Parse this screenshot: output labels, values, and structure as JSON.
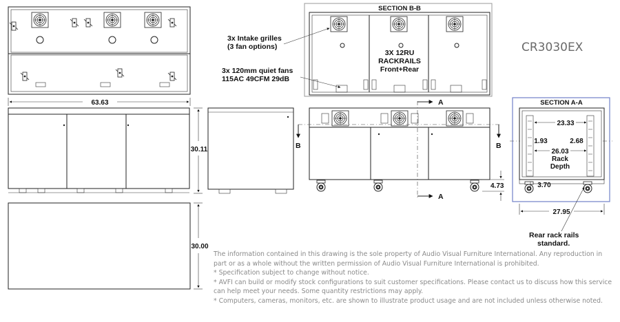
{
  "model_name": "CR3030EX",
  "section_bb_title": "SECTION B-B",
  "section_aa_title": "SECTION A-A",
  "callouts": {
    "intake_line1": "3x Intake grilles",
    "intake_line2": "(3 fan options)",
    "fans_line1": "3x 120mm quiet fans",
    "fans_line2": "115AC 49CFM 29dB",
    "rackrails_line1": "3X 12RU",
    "rackrails_line2": "RACKRAILS",
    "rackrails_line3": "Front+Rear",
    "rear_rails_line1": "Rear rack rails",
    "rear_rails_line2": "standard."
  },
  "dimensions": {
    "width": "63.63",
    "height": "30.11",
    "depth_top": "30.00",
    "caster_height": "4.73",
    "overall_depth": "27.95",
    "inner_width": "23.33",
    "front_offset": "1.93",
    "rear_offset": "2.68",
    "rack_depth_value": "26.03",
    "rack_depth_label1": "Rack",
    "rack_depth_label2": "Depth",
    "caster_offset": "3.70"
  },
  "section_markers": {
    "a": "A",
    "b": "B"
  },
  "notes": [
    "The information contained in this drawing is the sole property of Audio Visual Furniture International. Any reproduction in part or as a whole without the written permission of Audio Visual Furniture International is prohibited.",
    "* Specification subject to change without notice.",
    "* AVFI can build or modify stock configurations to suit customer specifications. Please contact us to discuss how this service can help meet your needs. Some quantity restrictions may apply.",
    "* Computers, cameras, monitors, etc. are shown to illustrate product usage and are not included unless otherwise noted."
  ]
}
